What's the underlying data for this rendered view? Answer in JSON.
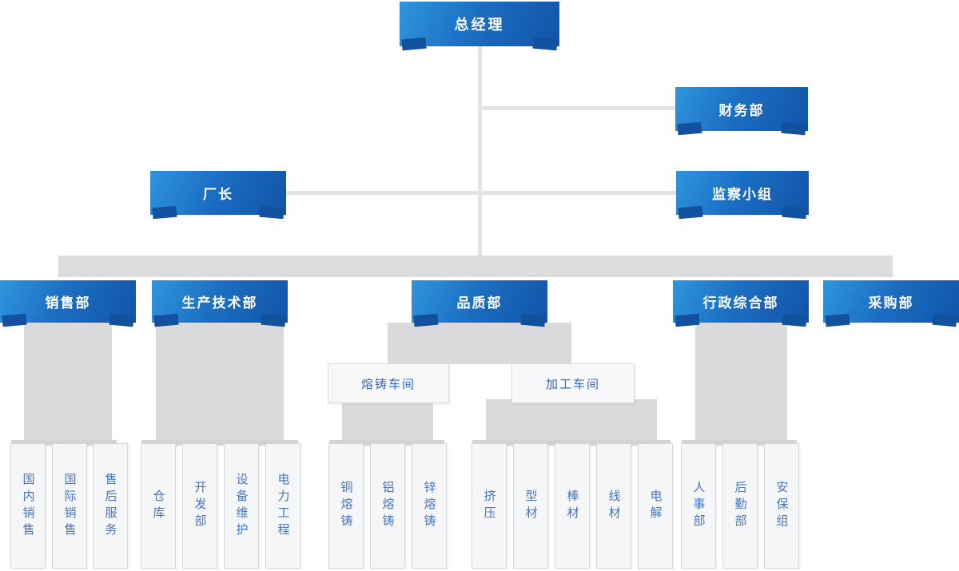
{
  "chart": {
    "type": "org-chart",
    "root": "总经理",
    "level1": {
      "finance": "财务部",
      "factory_director": "厂长",
      "supervision": "监察小组"
    },
    "departments": [
      {
        "label": "销售部",
        "children": [
          "国内销售",
          "国际销售",
          "售后服务"
        ]
      },
      {
        "label": "生产技术部",
        "children": [
          "仓库",
          "开发部",
          "设备维护",
          "电力工程"
        ]
      },
      {
        "label": "品质部",
        "children": []
      },
      {
        "label": "行政综合部",
        "children": [
          "人事部",
          "后勤部",
          "安保组"
        ]
      },
      {
        "label": "采购部",
        "children": []
      }
    ],
    "workshops": [
      {
        "label": "熔铸车间",
        "children": [
          "铜熔铸",
          "铝熔铸",
          "锌熔铸"
        ]
      },
      {
        "label": "加工车间",
        "children": [
          "挤压",
          "型材",
          "棒材",
          "线材",
          "电解"
        ]
      }
    ],
    "colors": {
      "node_blue_light": "#2e96dd",
      "node_blue_dark": "#1254a8",
      "node_shadow_blue": "#11519d",
      "connector_gray": "#dcdcdc",
      "leaf_bg": "#f5f6f7",
      "leaf_border": "#d4d7da",
      "leaf_text_blue": "#4474c6",
      "node_text_white": "#ffffff"
    }
  }
}
